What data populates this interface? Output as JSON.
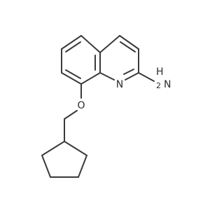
{
  "molecule": {
    "atoms": {
      "n_ring": "N",
      "amine_n": "N",
      "amine_h2": "H",
      "amine_h2_count": "2",
      "ether_o": "O"
    },
    "colors": {
      "bond": "#3a3a3a",
      "label": "#2b2b2b",
      "background": "#ffffff"
    }
  }
}
